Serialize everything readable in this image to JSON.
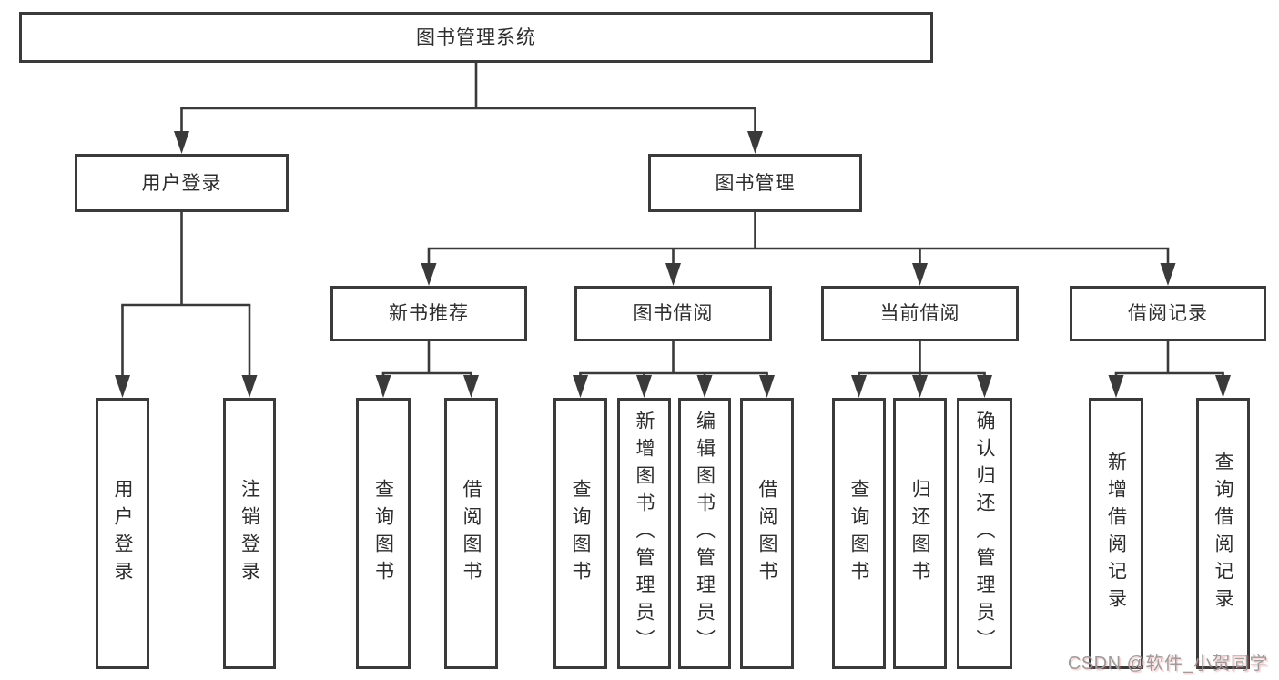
{
  "tree": {
    "label": "图书管理系统",
    "children": [
      {
        "label": "用户登录",
        "children": [
          {
            "label": "用户登录"
          },
          {
            "label": "注销登录"
          }
        ]
      },
      {
        "label": "图书管理",
        "children": [
          {
            "label": "新书推荐",
            "children": [
              {
                "label": "查询图书"
              },
              {
                "label": "借阅图书"
              }
            ]
          },
          {
            "label": "图书借阅",
            "children": [
              {
                "label": "查询图书"
              },
              {
                "label": "新增图书（管理员）"
              },
              {
                "label": "编辑图书（管理员）"
              },
              {
                "label": "借阅图书"
              }
            ]
          },
          {
            "label": "当前借阅",
            "children": [
              {
                "label": "查询图书"
              },
              {
                "label": "归还图书"
              },
              {
                "label": "确认归还（管理员）"
              }
            ]
          },
          {
            "label": "借阅记录",
            "children": [
              {
                "label": "新增借阅记录"
              },
              {
                "label": "查询借阅记录"
              }
            ]
          }
        ]
      }
    ]
  },
  "watermark": "CSDN @软件_小贺同学",
  "colors": {
    "line": "#3a3a3a",
    "text": "#2d2d2d",
    "background": "#ffffff",
    "watermark": "#9c9c9c"
  }
}
